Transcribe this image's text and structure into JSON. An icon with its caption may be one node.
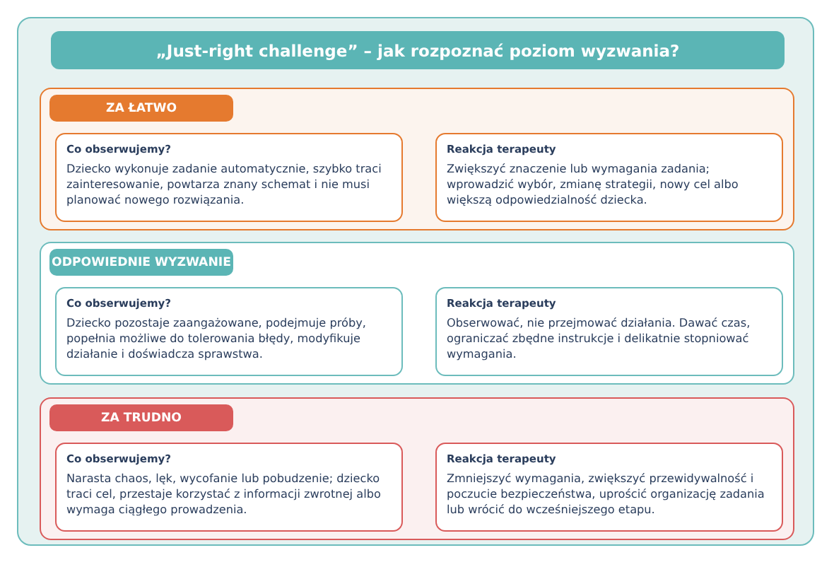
{
  "diagram": {
    "title": "„Just-right challenge” – jak rozpoznać poziom wyzwania?",
    "nodes": [
      {
        "text": [
          "ZA ŁATWO"
        ]
      },
      {
        "text": [
          "Co obserwujemy?",
          "Dziecko wykonuje zadanie automatycznie, szybko traci zainteresowanie, powtarza znany schemat i nie musi planować nowego rozwiązania."
        ],
        "in": 0
      },
      {
        "text": [
          "Reakcja terapeuty",
          "Zwiększyć znaczenie lub wymagania zadania; wprowadzić wybór, zmianę strategii, nowy cel albo większą odpowiedzialność dziecka."
        ],
        "in": 0
      },
      {
        "text": [
          "ODPOWIEDNIE WYZWANIE"
        ]
      },
      {
        "text": [
          "Co obserwujemy?",
          "Dziecko pozostaje zaangażowane, podejmuje próby, popełnia możliwe do tolerowania błędy, modyfikuje działanie i doświadcza sprawstwa."
        ],
        "in": 3
      },
      {
        "text": [
          "Reakcja terapeuty",
          "Obserwować, nie przejmować działania. Dawać czas, ograniczać zbędne instrukcje i delikatnie stopniować wymagania."
        ],
        "in": 3
      },
      {
        "text": [
          "ZA TRUDNO"
        ]
      },
      {
        "text": [
          "Co obserwujemy?",
          "Narasta chaos, lęk, wycofanie lub pobudzenie; dziecko traci cel, przestaje korzystać z informacji zwrotnej albo wymaga ciągłego prowadzenia."
        ],
        "in": 6
      },
      {
        "text": [
          "Reakcja terapeuty",
          "Zmniejszyć wymagania, zwiększyć przewidywalność i poczucie bezpieczeństwa, uprościć organizację zadania lub wrócić do wcześniejszego etapu."
        ],
        "in": 6
      }
    ],
    "edges": []
  }
}
